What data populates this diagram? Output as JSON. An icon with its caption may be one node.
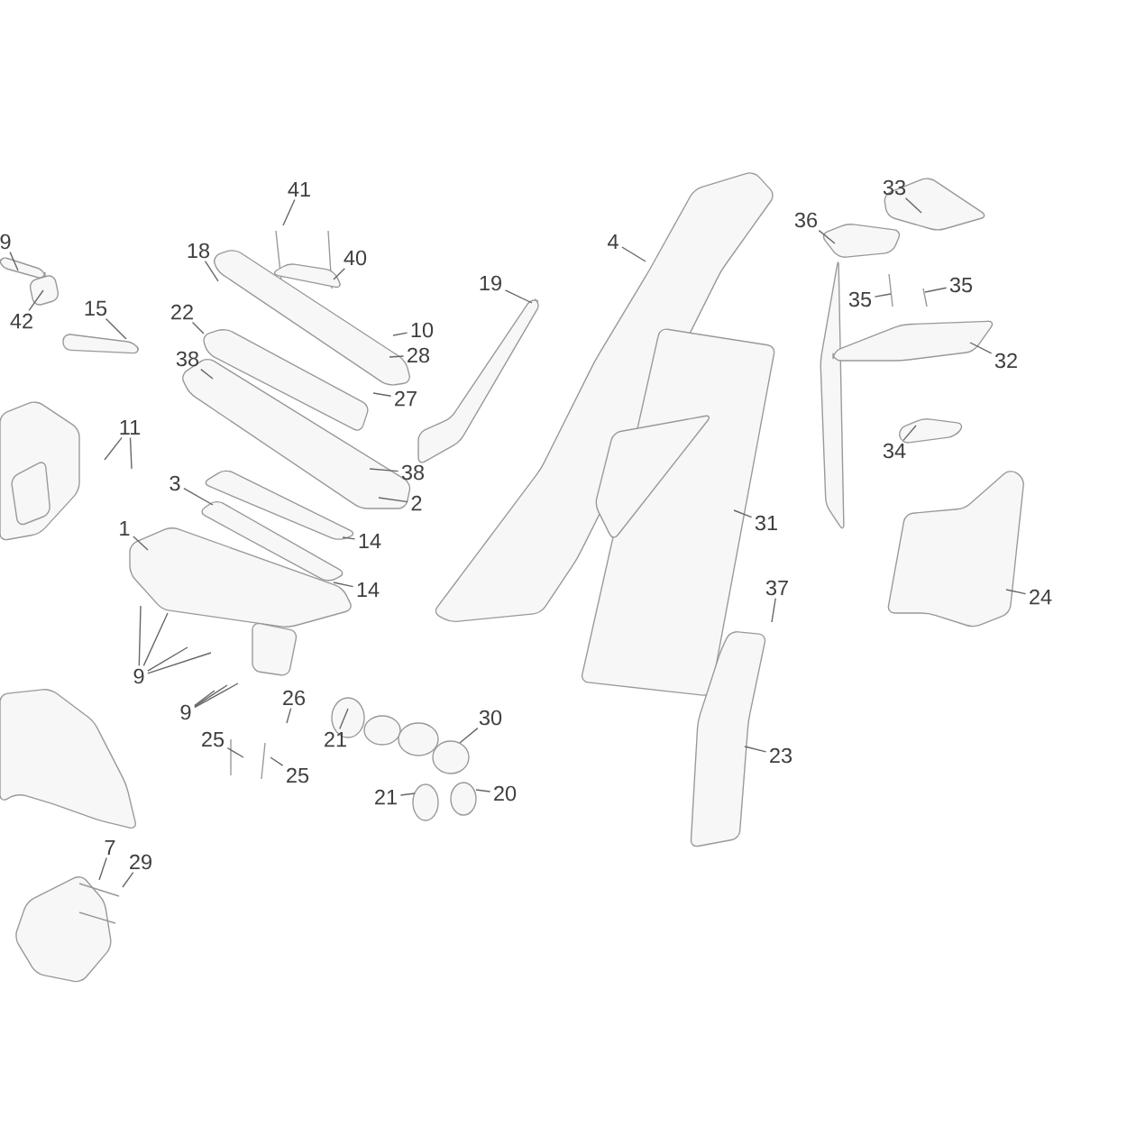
{
  "diagram": {
    "nodes": [
      {
        "text": [
          "9"
        ]
      },
      {
        "text": [
          "42"
        ]
      },
      {
        "text": [
          "15"
        ]
      },
      {
        "text": [
          "41"
        ]
      },
      {
        "text": [
          "18"
        ]
      },
      {
        "text": [
          "40"
        ]
      },
      {
        "text": [
          "19"
        ]
      },
      {
        "text": [
          "4"
        ]
      },
      {
        "text": [
          "36"
        ]
      },
      {
        "text": [
          "33"
        ]
      },
      {
        "text": [
          "35"
        ]
      },
      {
        "text": [
          "35"
        ]
      },
      {
        "text": [
          "32"
        ]
      },
      {
        "text": [
          "22"
        ]
      },
      {
        "text": [
          "10"
        ]
      },
      {
        "text": [
          "28"
        ]
      },
      {
        "text": [
          "38"
        ]
      },
      {
        "text": [
          "27"
        ]
      },
      {
        "text": [
          "11"
        ]
      },
      {
        "text": [
          "34"
        ]
      },
      {
        "text": [
          "38"
        ]
      },
      {
        "text": [
          "2"
        ]
      },
      {
        "text": [
          "3"
        ]
      },
      {
        "text": [
          "1"
        ]
      },
      {
        "text": [
          "14"
        ]
      },
      {
        "text": [
          "14"
        ]
      },
      {
        "text": [
          "31"
        ]
      },
      {
        "text": [
          "37"
        ]
      },
      {
        "text": [
          "24"
        ]
      },
      {
        "text": [
          "9"
        ]
      },
      {
        "text": [
          "9"
        ]
      },
      {
        "text": [
          "26"
        ]
      },
      {
        "text": [
          "21"
        ]
      },
      {
        "text": [
          "25"
        ]
      },
      {
        "text": [
          "25"
        ]
      },
      {
        "text": [
          "30"
        ]
      },
      {
        "text": [
          "20"
        ]
      },
      {
        "text": [
          "21"
        ]
      },
      {
        "text": [
          "23"
        ]
      },
      {
        "text": [
          "7"
        ]
      },
      {
        "text": [
          "29"
        ]
      }
    ],
    "edges": [
      {
        "from": 0,
        "to": null,
        "arrow": "none"
      },
      {
        "from": 1,
        "to": null,
        "arrow": "none"
      },
      {
        "from": 2,
        "to": null,
        "arrow": "none"
      },
      {
        "from": 3,
        "to": null,
        "arrow": "none"
      },
      {
        "from": 4,
        "to": null,
        "arrow": "none"
      },
      {
        "from": 5,
        "to": null,
        "arrow": "none"
      },
      {
        "from": 6,
        "to": null,
        "arrow": "none"
      },
      {
        "from": 7,
        "to": null,
        "arrow": "none"
      },
      {
        "from": 8,
        "to": null,
        "arrow": "none"
      },
      {
        "from": 9,
        "to": null,
        "arrow": "none"
      },
      {
        "from": 10,
        "to": null,
        "arrow": "none"
      },
      {
        "from": 11,
        "to": null,
        "arrow": "none"
      },
      {
        "from": 12,
        "to": null,
        "arrow": "none"
      },
      {
        "from": 13,
        "to": null,
        "arrow": "none"
      },
      {
        "from": 14,
        "to": null,
        "arrow": "none"
      },
      {
        "from": 15,
        "to": null,
        "arrow": "none"
      },
      {
        "from": 16,
        "to": null,
        "arrow": "none"
      },
      {
        "from": 17,
        "to": null,
        "arrow": "none"
      },
      {
        "from": 18,
        "to": null,
        "arrow": "none"
      },
      {
        "from": 18,
        "to": null,
        "arrow": "none"
      },
      {
        "from": 19,
        "to": null,
        "arrow": "none"
      },
      {
        "from": 20,
        "to": null,
        "arrow": "none"
      },
      {
        "from": 21,
        "to": null,
        "arrow": "none"
      },
      {
        "from": 22,
        "to": null,
        "arrow": "none"
      },
      {
        "from": 23,
        "to": null,
        "arrow": "none"
      },
      {
        "from": 24,
        "to": null,
        "arrow": "none"
      },
      {
        "from": 25,
        "to": null,
        "arrow": "none"
      },
      {
        "from": 26,
        "to": null,
        "arrow": "none"
      },
      {
        "from": 27,
        "to": null,
        "arrow": "none"
      },
      {
        "from": 28,
        "to": null,
        "arrow": "none"
      },
      {
        "from": 29,
        "to": null,
        "arrow": "none"
      },
      {
        "from": 29,
        "to": null,
        "arrow": "none"
      },
      {
        "from": 29,
        "to": null,
        "arrow": "none"
      },
      {
        "from": 29,
        "to": null,
        "arrow": "none"
      },
      {
        "from": 30,
        "to": null,
        "arrow": "none"
      },
      {
        "from": 30,
        "to": null,
        "arrow": "none"
      },
      {
        "from": 30,
        "to": null,
        "arrow": "none"
      },
      {
        "from": 31,
        "to": null,
        "arrow": "none"
      },
      {
        "from": 32,
        "to": null,
        "arrow": "none"
      },
      {
        "from": 33,
        "to": null,
        "arrow": "none"
      },
      {
        "from": 34,
        "to": null,
        "arrow": "none"
      },
      {
        "from": 35,
        "to": null,
        "arrow": "none"
      },
      {
        "from": 36,
        "to": null,
        "arrow": "none"
      },
      {
        "from": 37,
        "to": null,
        "arrow": "none"
      },
      {
        "from": 38,
        "to": null,
        "arrow": "none"
      },
      {
        "from": 39,
        "to": null,
        "arrow": "none"
      },
      {
        "from": 40,
        "to": null,
        "arrow": "none"
      }
    ]
  }
}
